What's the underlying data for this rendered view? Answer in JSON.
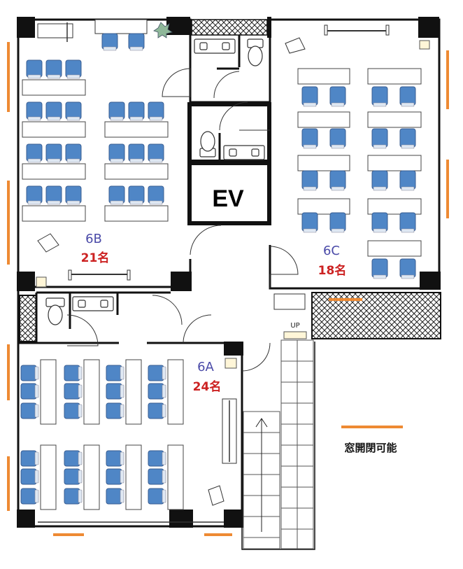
{
  "rooms": [
    {
      "id": "6B",
      "name": "6B",
      "capacity": "21名"
    },
    {
      "id": "6C",
      "name": "6C",
      "capacity": "18名"
    },
    {
      "id": "6A",
      "name": "6A",
      "capacity": "24名"
    }
  ],
  "elevator_label": "EV",
  "stairs_label": "UP",
  "legend": {
    "text": "窓開閉可能",
    "color": "#ee8a33"
  },
  "colors": {
    "wall": "#111111",
    "chair": "#4f86c6",
    "chair_edge": "#3a5e92",
    "room_name": "#4a4aa8",
    "capacity": "#cc2222",
    "window_marker": "#ee8a33",
    "ev_text": "#000000"
  }
}
